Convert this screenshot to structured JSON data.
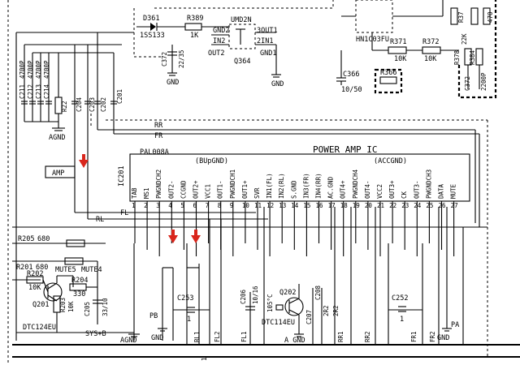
{
  "ic": {
    "title": "POWER AMP IC",
    "part": "PAL008A",
    "ref": "IC201",
    "bupgnd": "(BUpGND)",
    "accgnd": "(ACCGND)",
    "pins": [
      {
        "n": "1",
        "name": "TAB"
      },
      {
        "n": "2",
        "name": "MS1"
      },
      {
        "n": "3",
        "name": "PWGNDCH2"
      },
      {
        "n": "4",
        "name": "OUT2-"
      },
      {
        "n": "5",
        "name": "CCGND"
      },
      {
        "n": "6",
        "name": "OUT2+"
      },
      {
        "n": "7",
        "name": "VCC1"
      },
      {
        "n": "8",
        "name": "OUT1-"
      },
      {
        "n": "9",
        "name": "PWGNDCH1"
      },
      {
        "n": "10",
        "name": "OUT1+"
      },
      {
        "n": "11",
        "name": "SVR"
      },
      {
        "n": "12",
        "name": "IN1(FL)"
      },
      {
        "n": "13",
        "name": "IN2(RL)"
      },
      {
        "n": "14",
        "name": "S.GND"
      },
      {
        "n": "15",
        "name": "IN3(FR)"
      },
      {
        "n": "16",
        "name": "IN4(RR)"
      },
      {
        "n": "17",
        "name": "AC.GND"
      },
      {
        "n": "18",
        "name": "OUT4+"
      },
      {
        "n": "19",
        "name": "PWGNDCH4"
      },
      {
        "n": "20",
        "name": "OUT4-"
      },
      {
        "n": "21",
        "name": "VCC2"
      },
      {
        "n": "22",
        "name": "OUT3+"
      },
      {
        "n": "23",
        "name": "CK"
      },
      {
        "n": "24",
        "name": "OUT3-"
      },
      {
        "n": "25",
        "name": "PWGNDCH3"
      },
      {
        "n": "26",
        "name": "DATA"
      },
      {
        "n": "27",
        "name": "MUTE"
      }
    ]
  },
  "labels": {
    "amp": "AMP",
    "d361": "D361",
    "d361_part": "1SS133",
    "r389": "R389",
    "r389_val": "1K",
    "umd2n": "UMD2N",
    "gnd2": "GND2",
    "out1": "3OUT1",
    "in2": "IN2",
    "in1": "2IN1",
    "out2": "OUT2",
    "gnd1": "GND1",
    "q364": "Q364",
    "c372": "C372",
    "c372_val": "22/35",
    "gnd": "GND",
    "hn1c03fu": "HN1C03FU",
    "r371": "R371",
    "r371_val": "10K",
    "r372": "R372",
    "r372_val": "10K",
    "c366": "C366",
    "c366_val": "10/50",
    "r366": "R366",
    "r378": "R378",
    "r378_val": "22K",
    "r384": "R384",
    "c372b": "C372",
    "c372b_val": "2200P",
    "r37x": "R37",
    "val470": "470",
    "c211": "C211",
    "c212": "C212",
    "c213": "C213",
    "c214": "C214",
    "c_val": "4700P",
    "r22": "R22",
    "c204": "C204",
    "c203": "C203",
    "c202": "C202",
    "c201": "C201",
    "agnd": "AGND",
    "rr": "RR",
    "fr": "FR",
    "rl": "RL",
    "fl": "FL",
    "r205": "R205",
    "r205_val": "680",
    "r201": "R201",
    "r201_val": "680",
    "mute5": "MUTE5",
    "mute4": "MUTE4",
    "r202": "R202",
    "r202_val": "10K",
    "r203": "R203",
    "r203_val": "10K",
    "r204": "R204",
    "r204_val": "330",
    "c205": "C205",
    "c205_val": "33/10",
    "q201": "Q201",
    "q201_part": "DTC124EU",
    "sysb": "SYS+B",
    "agnd2": "AGND",
    "pb": "PB",
    "gnd_pb": "GND",
    "c253": "C253",
    "c253_val": "1",
    "rl1": "RL1",
    "fl2": "FL2",
    "fl1": "FL1",
    "c206": "C206",
    "c206_val": "10/16",
    "temp": "105°C",
    "q202": "Q202",
    "q202_part": "DTC114EU",
    "agnd3": "A GND",
    "c207": "C207",
    "c208": "C208",
    "v2r2a": "2R2",
    "v2r2b": "2R2",
    "rr1": "RR1",
    "rr2": "RR2",
    "fr1": "FR1",
    "fr2": "FR2",
    "c252": "C252",
    "c252_val": "1",
    "pa": "PA",
    "gnd_pa": "GND",
    "c_1": "1"
  }
}
